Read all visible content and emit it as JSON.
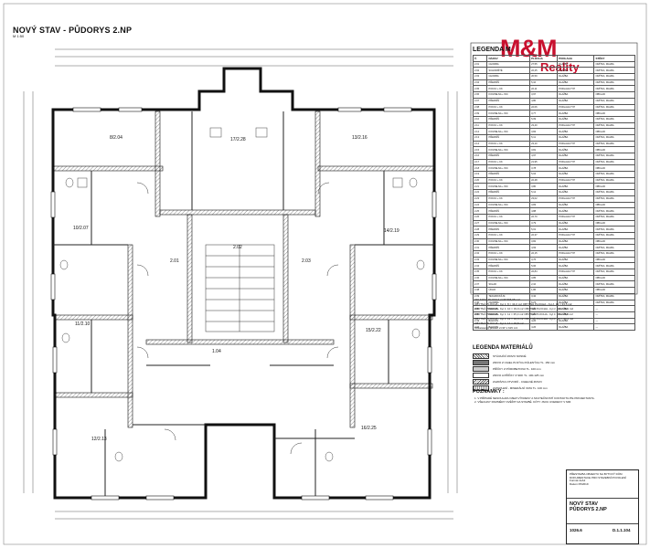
{
  "drawing": {
    "title": "NOVÝ STAV - PŮDORYS 2.NP",
    "scale_note": "M 1:50"
  },
  "logo": {
    "brand": "M&M",
    "sub": "Reality",
    "color": "#c8102e"
  },
  "rooms": [
    {
      "id": "2.01",
      "label": "2.01"
    },
    {
      "id": "2.02",
      "label": "2.02"
    },
    {
      "id": "2.03",
      "label": "2.03"
    },
    {
      "id": "2.04",
      "label": "1.04"
    },
    {
      "id": "8/2.04",
      "label": "8/2.04"
    },
    {
      "id": "17/2.28",
      "label": "17/2.28"
    },
    {
      "id": "13/2.16",
      "label": "13/2.16"
    },
    {
      "id": "10/2.07",
      "label": "10/2.07"
    },
    {
      "id": "14/2.19",
      "label": "14/2.19"
    },
    {
      "id": "11/2.10",
      "label": "11/2.10"
    },
    {
      "id": "15/2.22",
      "label": "15/2.22"
    },
    {
      "id": "12/2.13",
      "label": "12/2.13"
    },
    {
      "id": "16/2.25",
      "label": "16/2.25"
    }
  ],
  "legend": {
    "title": "LEGENDA M",
    "headers": [
      "Č.",
      "NÁZEV",
      "PLOCHA",
      "PODLAHA",
      "STĚNY"
    ],
    "rows": [
      [
        "2.01",
        "CHODBA",
        "27,55",
        "DLAŽBA",
        "OMÍTKA, MALBA"
      ],
      [
        "2.02",
        "SCHODIŠTĚ",
        "22,25",
        "DLAŽBA",
        "OMÍTKA, MALBA"
      ],
      [
        "2.03",
        "CHODBA",
        "20,59",
        "DLAŽBA",
        "OMÍTKA, MALBA"
      ],
      [
        "2.04",
        "PŘEDSÍŇ",
        "5,10",
        "DLAŽBA",
        "OMÍTKA, MALBA"
      ],
      [
        "2.05",
        "POKOJ + KK",
        "22,11",
        "PODLAHA TYP",
        "OMÍTKA, MALBA"
      ],
      [
        "2.06",
        "KOUPELNA + WC",
        "3,97",
        "DLAŽBA",
        "OBKLAD"
      ],
      [
        "2.07",
        "PŘEDSÍŇ",
        "4,80",
        "DLAŽBA",
        "OMÍTKA, MALBA"
      ],
      [
        "2.08",
        "POKOJ + KK",
        "22,06",
        "PODLAHA TYP",
        "OMÍTKA, MALBA"
      ],
      [
        "2.09",
        "KOUPELNA + WC",
        "3,77",
        "DLAŽBA",
        "OBKLAD"
      ],
      [
        "2.10",
        "PŘEDSÍŇ",
        "5,09",
        "DLAŽBA",
        "OMÍTKA, MALBA"
      ],
      [
        "2.11",
        "POKOJ + KK",
        "23,40",
        "PODLAHA TYP",
        "OMÍTKA, MALBA"
      ],
      [
        "2.12",
        "KOUPELNA + WC",
        "3,84",
        "DLAŽBA",
        "OBKLAD"
      ],
      [
        "2.13",
        "PŘEDSÍŇ",
        "5,11",
        "DLAŽBA",
        "OMÍTKA, MALBA"
      ],
      [
        "2.14",
        "POKOJ + KK",
        "23,10",
        "PODLAHA TYP",
        "OMÍTKA, MALBA"
      ],
      [
        "2.15",
        "KOUPELNA + WC",
        "3,81",
        "DLAŽBA",
        "OBKLAD"
      ],
      [
        "2.16",
        "PŘEDSÍŇ",
        "4,97",
        "DLAŽBA",
        "OMÍTKA, MALBA"
      ],
      [
        "2.17",
        "POKOJ + KK",
        "21,95",
        "PODLAHA TYP",
        "OMÍTKA, MALBA"
      ],
      [
        "2.18",
        "KOUPELNA + WC",
        "3,78",
        "DLAŽBA",
        "OBKLAD"
      ],
      [
        "2.19",
        "PŘEDSÍŇ",
        "5,04",
        "DLAŽBA",
        "OMÍTKA, MALBA"
      ],
      [
        "2.20",
        "POKOJ + KK",
        "22,48",
        "PODLAHA TYP",
        "OMÍTKA, MALBA"
      ],
      [
        "2.21",
        "KOUPELNA + WC",
        "3,80",
        "DLAŽBA",
        "OBKLAD"
      ],
      [
        "2.22",
        "PŘEDSÍŇ",
        "5,12",
        "DLAŽBA",
        "OMÍTKA, MALBA"
      ],
      [
        "2.23",
        "POKOJ + KK",
        "23,02",
        "PODLAHA TYP",
        "OMÍTKA, MALBA"
      ],
      [
        "2.24",
        "KOUPELNA + WC",
        "3,83",
        "DLAŽBA",
        "OBKLAD"
      ],
      [
        "2.25",
        "PŘEDSÍŇ",
        "4,88",
        "DLAŽBA",
        "OMÍTKA, MALBA"
      ],
      [
        "2.26",
        "POKOJ + KK",
        "22,70",
        "PODLAHA TYP",
        "OMÍTKA, MALBA"
      ],
      [
        "2.27",
        "KOUPELNA + WC",
        "3,79",
        "DLAŽBA",
        "OBKLAD"
      ],
      [
        "2.28",
        "PŘEDSÍŇ",
        "5,01",
        "DLAŽBA",
        "OMÍTKA, MALBA"
      ],
      [
        "2.29",
        "POKOJ + KK",
        "22,37",
        "PODLAHA TYP",
        "OMÍTKA, MALBA"
      ],
      [
        "2.30",
        "KOUPELNA + WC",
        "3,82",
        "DLAŽBA",
        "OBKLAD"
      ],
      [
        "2.31",
        "PŘEDSÍŇ",
        "4,93",
        "DLAŽBA",
        "OMÍTKA, MALBA"
      ],
      [
        "2.32",
        "POKOJ + KK",
        "22,15",
        "PODLAHA TYP",
        "OMÍTKA, MALBA"
      ],
      [
        "2.33",
        "KOUPELNA + WC",
        "3,76",
        "DLAŽBA",
        "OBKLAD"
      ],
      [
        "2.34",
        "PŘEDSÍŇ",
        "5,06",
        "DLAŽBA",
        "OMÍTKA, MALBA"
      ],
      [
        "2.35",
        "POKOJ + KK",
        "22,84",
        "PODLAHA TYP",
        "OMÍTKA, MALBA"
      ],
      [
        "2.36",
        "KOUPELNA + WC",
        "3,85",
        "DLAŽBA",
        "OBKLAD"
      ],
      [
        "2.37",
        "SKLAD",
        "2,10",
        "DLAŽBA",
        "OMÍTKA, MALBA"
      ],
      [
        "2.38",
        "ÚKLID",
        "1,86",
        "DLAŽBA",
        "OBKLAD"
      ],
      [
        "2.39",
        "TECHNICKÁ M.",
        "3,42",
        "DLAŽBA",
        "OMÍTKA, MALBA"
      ],
      [
        "2.40",
        "CHODBA",
        "6,74",
        "DLAŽBA",
        "OMÍTKA, MALBA"
      ],
      [
        "2.41",
        "BALKON",
        "4,26",
        "DLAŽBA",
        "—"
      ],
      [
        "2.42",
        "BALKON",
        "4,26",
        "DLAŽBA",
        "—"
      ],
      [
        "2.43",
        "BALKON",
        "4,26",
        "DLAŽBA",
        "—"
      ],
      [
        "2.44",
        "BALKON",
        "4,26",
        "DLAŽBA",
        "—"
      ]
    ]
  },
  "summary": {
    "total": "CELKOVÁ PLOCHA 2.NP   596,65 m2",
    "lines": [
      "OBYTNÁ PLOCHA - byt č. 8 = 34,0 m2      OBYTNÁ PLOCHA - byt č. 13 = 33,5 m2",
      "OBYTNÁ PLOCHA - byt č. 10 = 33,9 m2     OBYTNÁ PLOCHA - byt č. 14 = 34,1 m2",
      "OBYTNÁ PLOCHA - byt č. 11 = 35,3 m2     OBYTNÁ PLOCHA - byt č. 15 = 35,0 m2",
      "OBYTNÁ PLOCHA - byt č. 12 = 34,9 m2     OBYTNÁ PLOCHA - byt č. 16 = 34,4 m2",
      "OBYTNÁ PLOCHA - byt č. 17 = 33,8 m2"
    ],
    "footer": "Obestavěný prostor 2.NP 1 615 m3"
  },
  "materials": {
    "title": "LEGENDA MATERIÁLŮ",
    "items": [
      "STÁVAJÍCÍ ZDIVO NOSNÉ",
      "ZDIVO Z CIHEL PLNÝCH PÁLENÝCH TL. 150 mm",
      "PŘÍČKY Z PÓROBETONU TL. 100 mm",
      "ZDIVO A PŘÍČKY Z SDK TL. 100-125 mm",
      "ZAZDÍVKA OTVORŮ - CIHELNÉ ZDIVO",
      "ZATEPLENÍ - MINERÁLNÍ VATA TL. 100 mm"
    ]
  },
  "notes": {
    "title": "POZNÁMKY :",
    "items": [
      "1. V PŘÍPADĚ NESOULADU MEZI VÝKRESY A SKUTEČNOSTÍ KONTAKTUJTE PROJEKTANTA.",
      "2. VŠECHNY ROZMĚRY OVĚŘIT NA STAVBĚ. KÓTY JSOU UVEDENY V MM."
    ]
  },
  "titleblock": {
    "project": "PŘESTAVBA OBJEKTU NA BYTOVÝ DŮM",
    "drawing_title_1": "NOVÝ STAV",
    "drawing_title_2": "PŮDORYS 2.NP",
    "number": "1026.6",
    "sheet": "D.1.1.104",
    "stage": "DOKUMENTACE PRO STAVEBNÍ POVOLENÍ",
    "format": "Formát 4xA4",
    "date": "Datum 05/2019"
  }
}
